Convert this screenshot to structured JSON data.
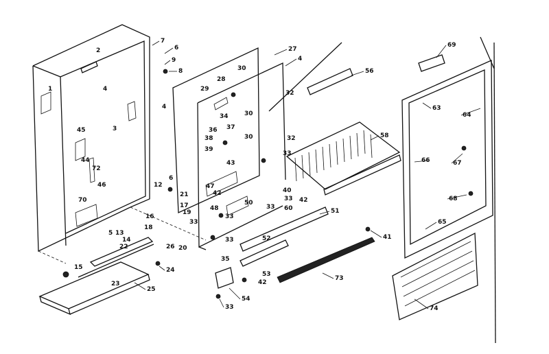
{
  "callouts": [
    {
      "id": "c2",
      "text": "2"
    },
    {
      "id": "c1",
      "text": "1"
    },
    {
      "id": "c4a",
      "text": "4"
    },
    {
      "id": "c3",
      "text": "3"
    },
    {
      "id": "c7",
      "text": "7"
    },
    {
      "id": "c6a",
      "text": "6"
    },
    {
      "id": "c9",
      "text": "9"
    },
    {
      "id": "c8",
      "text": "8"
    },
    {
      "id": "c4b",
      "text": "4"
    },
    {
      "id": "c45",
      "text": "45"
    },
    {
      "id": "c44",
      "text": "44"
    },
    {
      "id": "c72",
      "text": "72"
    },
    {
      "id": "c46",
      "text": "46"
    },
    {
      "id": "c70",
      "text": "70"
    },
    {
      "id": "c6b",
      "text": "6"
    },
    {
      "id": "c12",
      "text": "12"
    },
    {
      "id": "c21",
      "text": "21"
    },
    {
      "id": "c17",
      "text": "17"
    },
    {
      "id": "c16",
      "text": "16"
    },
    {
      "id": "c19",
      "text": "19"
    },
    {
      "id": "c13",
      "text": "13"
    },
    {
      "id": "c5",
      "text": "5"
    },
    {
      "id": "c14",
      "text": "14"
    },
    {
      "id": "c18",
      "text": "18"
    },
    {
      "id": "c22",
      "text": "22"
    },
    {
      "id": "c26",
      "text": "26"
    },
    {
      "id": "c20",
      "text": "20"
    },
    {
      "id": "c33a",
      "text": "33"
    },
    {
      "id": "c15",
      "text": "15"
    },
    {
      "id": "c24",
      "text": "24"
    },
    {
      "id": "c23",
      "text": "23"
    },
    {
      "id": "c25",
      "text": "25"
    },
    {
      "id": "c27",
      "text": "27"
    },
    {
      "id": "c30a",
      "text": "30"
    },
    {
      "id": "c4c",
      "text": "4"
    },
    {
      "id": "c28",
      "text": "28"
    },
    {
      "id": "c29",
      "text": "29"
    },
    {
      "id": "c32a",
      "text": "32"
    },
    {
      "id": "c34",
      "text": "34"
    },
    {
      "id": "c30b",
      "text": "30"
    },
    {
      "id": "c37",
      "text": "37"
    },
    {
      "id": "c36",
      "text": "36"
    },
    {
      "id": "c38",
      "text": "38"
    },
    {
      "id": "c30c",
      "text": "30"
    },
    {
      "id": "c39",
      "text": "39"
    },
    {
      "id": "c32b",
      "text": "32"
    },
    {
      "id": "c33b",
      "text": "33"
    },
    {
      "id": "c43",
      "text": "43"
    },
    {
      "id": "c47",
      "text": "47"
    },
    {
      "id": "c42a",
      "text": "42"
    },
    {
      "id": "c40",
      "text": "40"
    },
    {
      "id": "c33c",
      "text": "33"
    },
    {
      "id": "c42b",
      "text": "42"
    },
    {
      "id": "c50",
      "text": "50"
    },
    {
      "id": "c48",
      "text": "48"
    },
    {
      "id": "c60",
      "text": "60"
    },
    {
      "id": "c33d",
      "text": "33"
    },
    {
      "id": "c33e",
      "text": "33"
    },
    {
      "id": "c52",
      "text": "52"
    },
    {
      "id": "c33f",
      "text": "33"
    },
    {
      "id": "c35",
      "text": "35"
    },
    {
      "id": "c53",
      "text": "53"
    },
    {
      "id": "c42c",
      "text": "42"
    },
    {
      "id": "c54",
      "text": "54"
    },
    {
      "id": "c33g",
      "text": "33"
    },
    {
      "id": "c56",
      "text": "56"
    },
    {
      "id": "c58",
      "text": "58"
    },
    {
      "id": "c51",
      "text": "51"
    },
    {
      "id": "c41",
      "text": "41"
    },
    {
      "id": "c73",
      "text": "73"
    },
    {
      "id": "c69",
      "text": "69"
    },
    {
      "id": "c63",
      "text": "63"
    },
    {
      "id": "c64",
      "text": "64"
    },
    {
      "id": "c66",
      "text": "66"
    },
    {
      "id": "c67",
      "text": "67"
    },
    {
      "id": "c68",
      "text": "68"
    },
    {
      "id": "c65",
      "text": "65"
    },
    {
      "id": "c74",
      "text": "74"
    }
  ]
}
